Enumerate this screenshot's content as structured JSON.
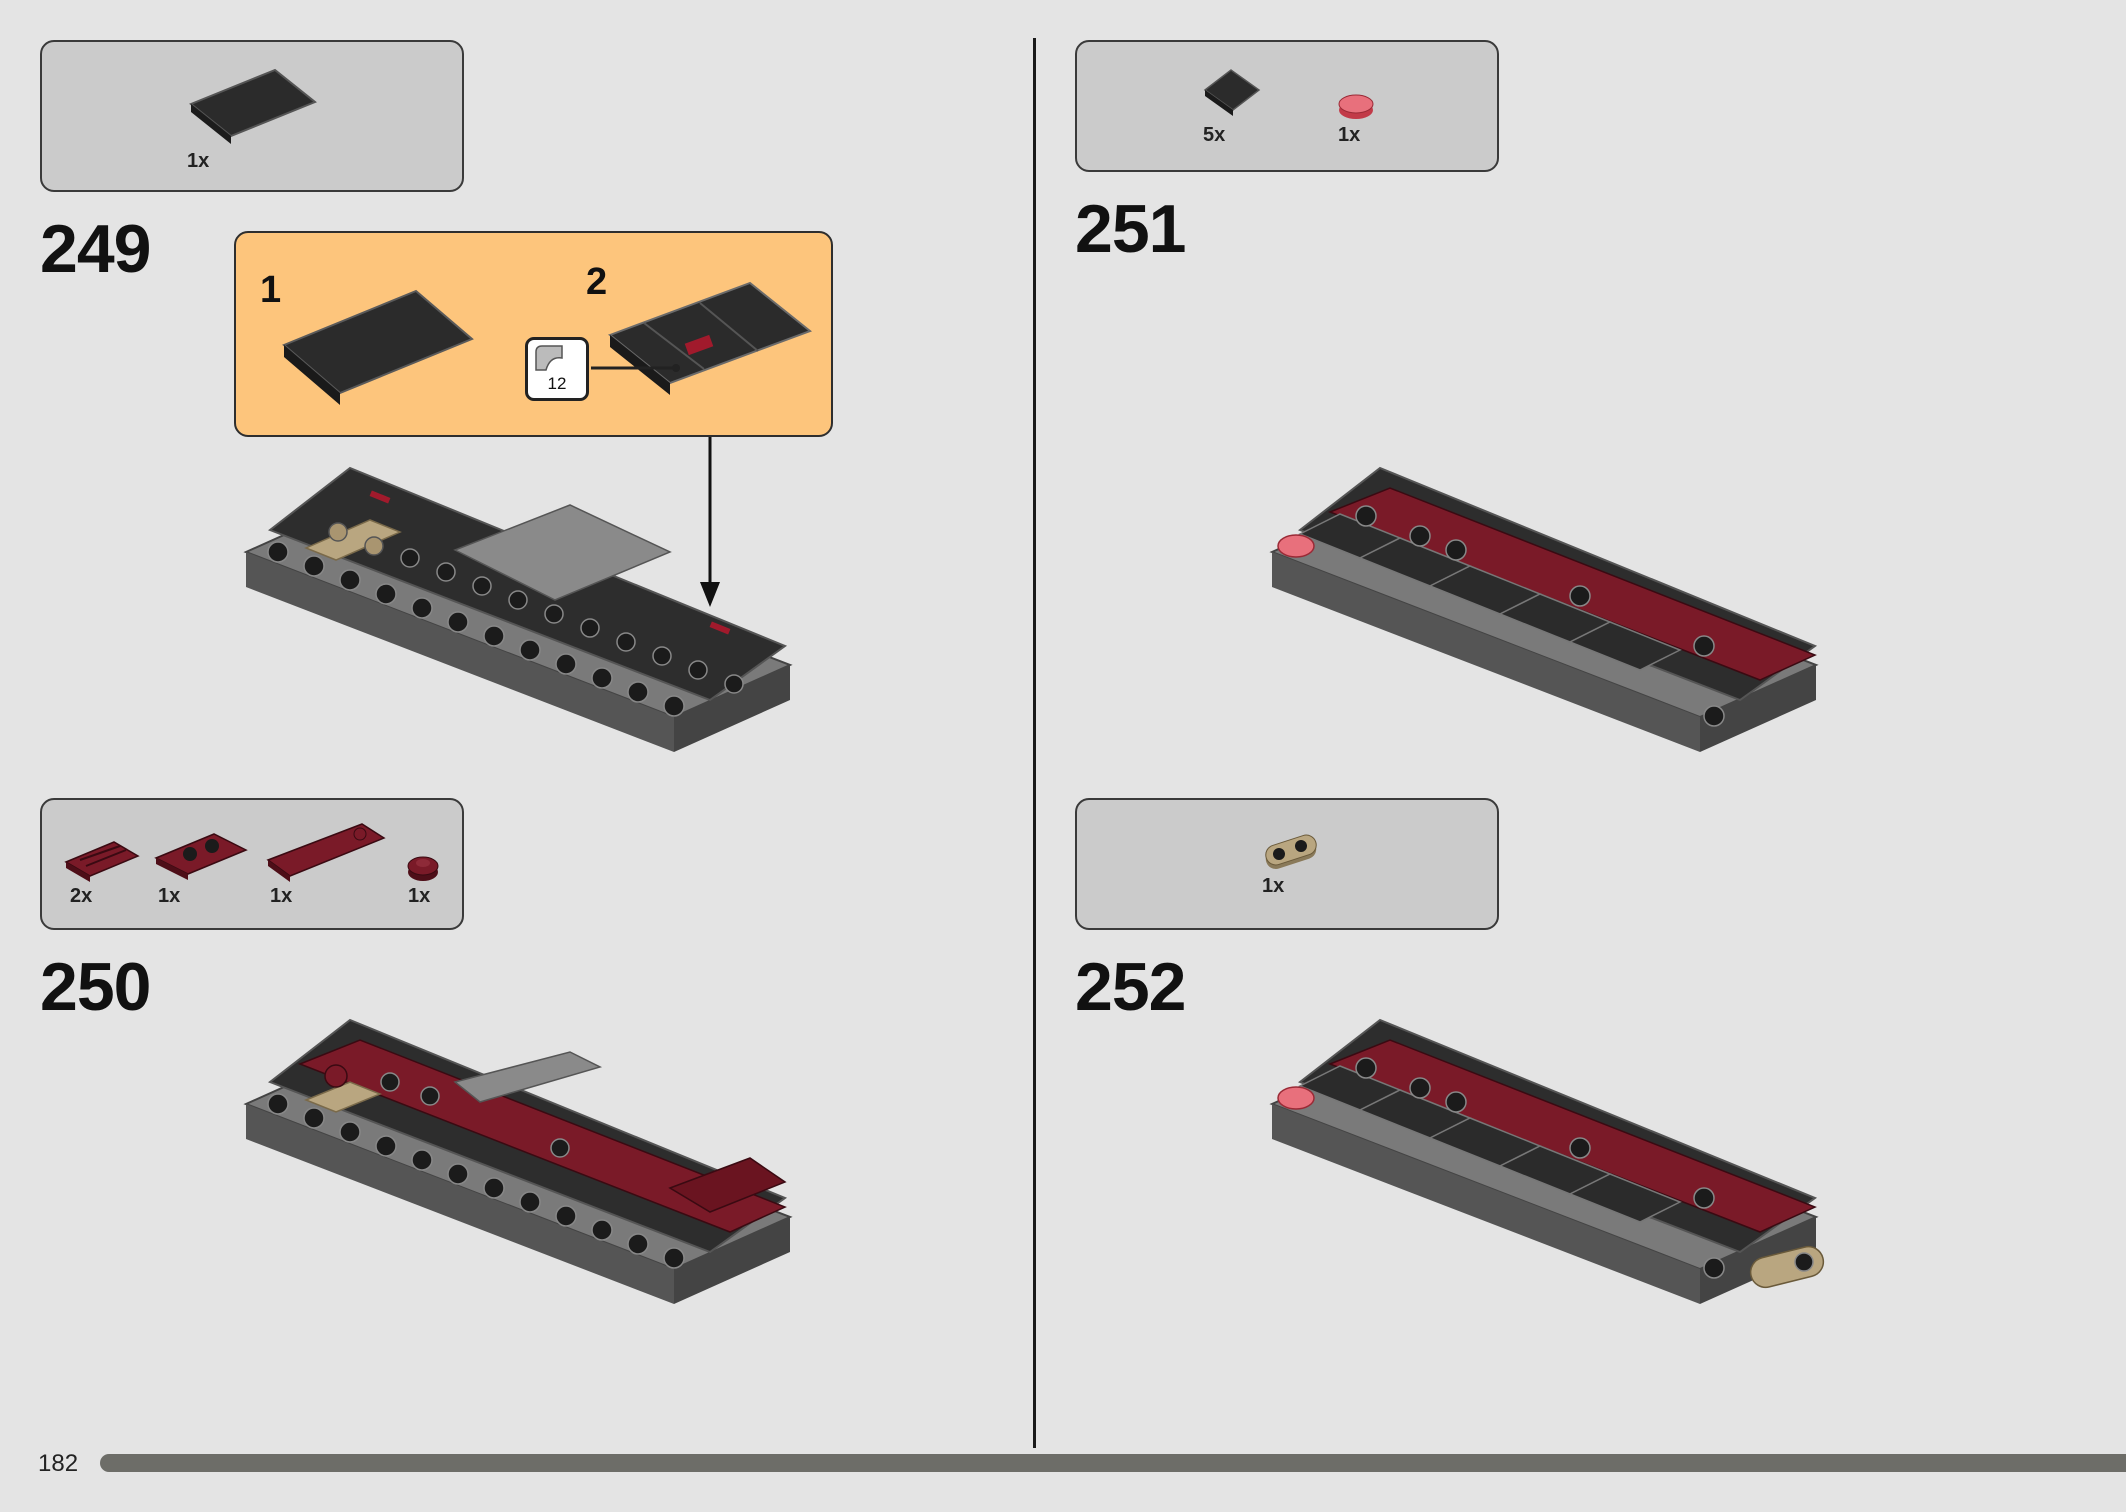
{
  "page": {
    "number": "182"
  },
  "colors": {
    "background": "#e4e4e4",
    "parts_box": "#cbcbcb",
    "subassembly": "#fdc57c",
    "dark_red": "#7a1a28",
    "black_brick": "#2b2b2b",
    "gray_plate": "#666666",
    "tan": "#b9a680"
  },
  "steps": [
    {
      "number": "249",
      "parts": [
        {
          "icon": "black-slope-brick-icon",
          "qty": "1x"
        }
      ],
      "subassembly": {
        "sub_steps": [
          "1",
          "2"
        ],
        "sticker_number": "12"
      }
    },
    {
      "number": "250",
      "parts": [
        {
          "icon": "dark-red-grille-tile-icon",
          "qty": "2x"
        },
        {
          "icon": "dark-red-plate-1x2-icon",
          "qty": "1x"
        },
        {
          "icon": "dark-red-plate-1x4-icon",
          "qty": "1x"
        },
        {
          "icon": "dark-red-round-plate-icon",
          "qty": "1x"
        }
      ]
    },
    {
      "number": "251",
      "parts": [
        {
          "icon": "black-slope-brick-icon",
          "qty": "5x"
        },
        {
          "icon": "trans-red-round-tile-icon",
          "qty": "1x"
        }
      ]
    },
    {
      "number": "252",
      "parts": [
        {
          "icon": "tan-plate-1x2-rounded-icon",
          "qty": "1x"
        }
      ]
    }
  ]
}
